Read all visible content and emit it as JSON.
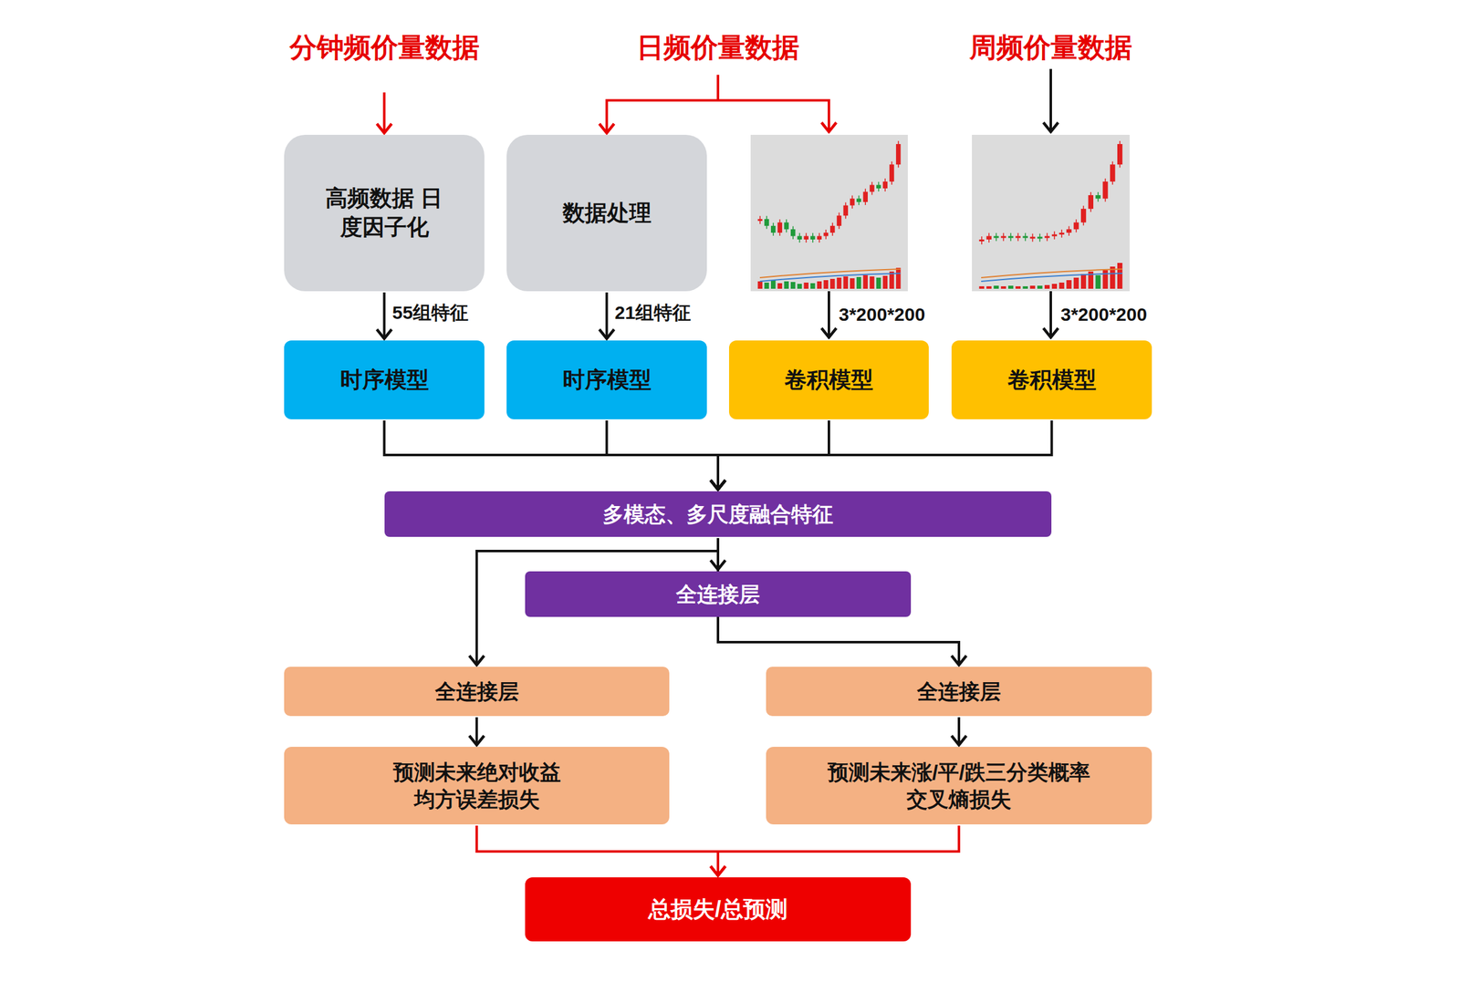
{
  "diagram": {
    "nodes": [
      {
        "text": [
          "分钟频价量数据"
        ]
      },
      {
        "text": [
          "日频价量数据"
        ]
      },
      {
        "text": [
          "周频价量数据"
        ]
      },
      {
        "text": [
          "高频数据 日度因子化"
        ]
      },
      {
        "text": [
          "数据处理"
        ]
      },
      {
        "text": [
          "时序模型"
        ]
      },
      {
        "text": [
          "时序模型"
        ]
      },
      {
        "text": [
          "卷积模型"
        ]
      },
      {
        "text": [
          "卷积模型"
        ]
      },
      {
        "text": [
          "多模态、多尺度融合特征"
        ]
      },
      {
        "text": [
          "全连接层"
        ]
      },
      {
        "text": [
          "全连接层"
        ]
      },
      {
        "text": [
          "全连接层"
        ]
      },
      {
        "text": [
          "预测未来绝对收益 均方误差损失"
        ]
      },
      {
        "text": [
          "预测未来涨/平/跌三分类概率 交叉熵损失"
        ]
      },
      {
        "text": [
          "总损失/总预测"
        ]
      }
    ],
    "edges": [
      {
        "from": 0,
        "to": 3,
        "arrow": "to"
      },
      {
        "from": 1,
        "to": 4,
        "arrow": "to"
      },
      {
        "from": 3,
        "to": 5,
        "label": "55组特征",
        "arrow": "to"
      },
      {
        "from": 4,
        "to": 6,
        "label": "21组特征",
        "arrow": "to"
      },
      {
        "from": 5,
        "to": 9,
        "arrow": "to"
      },
      {
        "from": 6,
        "to": 9,
        "arrow": "to"
      },
      {
        "from": 7,
        "to": 9,
        "arrow": "to"
      },
      {
        "from": 8,
        "to": 9,
        "arrow": "to"
      },
      {
        "from": 9,
        "to": 10,
        "arrow": "to"
      },
      {
        "from": 10,
        "to": 11,
        "arrow": "to"
      },
      {
        "from": 10,
        "to": 12,
        "arrow": "to"
      },
      {
        "from": 11,
        "to": 13,
        "arrow": "to"
      },
      {
        "from": 12,
        "to": 14,
        "arrow": "to"
      },
      {
        "from": 13,
        "to": 15,
        "arrow": "to"
      },
      {
        "from": 14,
        "to": 15,
        "arrow": "to"
      }
    ],
    "labels": [
      "3*200*200",
      "3*200*200"
    ]
  }
}
